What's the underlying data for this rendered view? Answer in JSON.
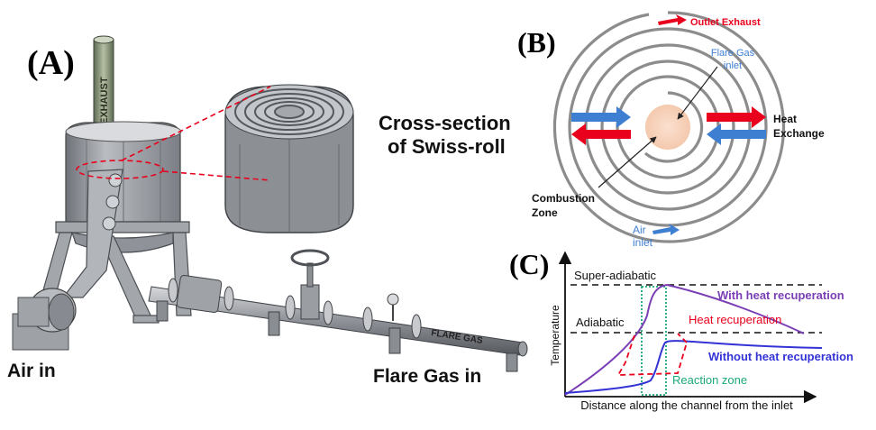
{
  "panel_a": {
    "label": "(A)",
    "cross_section_line1": "Cross-section",
    "cross_section_line2": "of Swiss-roll",
    "exhaust_stack_text": "EXHAUST",
    "air_in": "Air in",
    "flare_gas_in": "Flare Gas in",
    "pipe_text": "FLARE GAS"
  },
  "panel_b": {
    "label": "(B)",
    "outlet_exhaust": "Outlet Exhaust",
    "flare_gas_inlet_line1": "Flare Gas",
    "flare_gas_inlet_line2": "inlet",
    "heat_exchange_line1": "Heat",
    "heat_exchange_line2": "Exchange",
    "combustion_zone_line1": "Combustion",
    "combustion_zone_line2": "Zone",
    "air_inlet_line1": "Air",
    "air_inlet_line2": "inlet"
  },
  "panel_c": {
    "label": "(C)",
    "ylabel": "Temperature",
    "xlabel": "Distance along the channel from the inlet",
    "super_adiabatic": "Super-adiabatic",
    "adiabatic": "Adiabatic",
    "with_heat_recuperation": "With heat recuperation",
    "heat_recuperation": "Heat recuperation",
    "without_heat_recuperation": "Without heat recuperation",
    "reaction_zone": "Reaction zone"
  },
  "colors": {
    "red": "#e8001c",
    "blue": "#3f7fd1",
    "purple": "#7a3fb5",
    "dark_blue": "#3433d6",
    "green": "#1aa87a",
    "steel": "#9a9da3",
    "dark_steel": "#5d6066"
  }
}
